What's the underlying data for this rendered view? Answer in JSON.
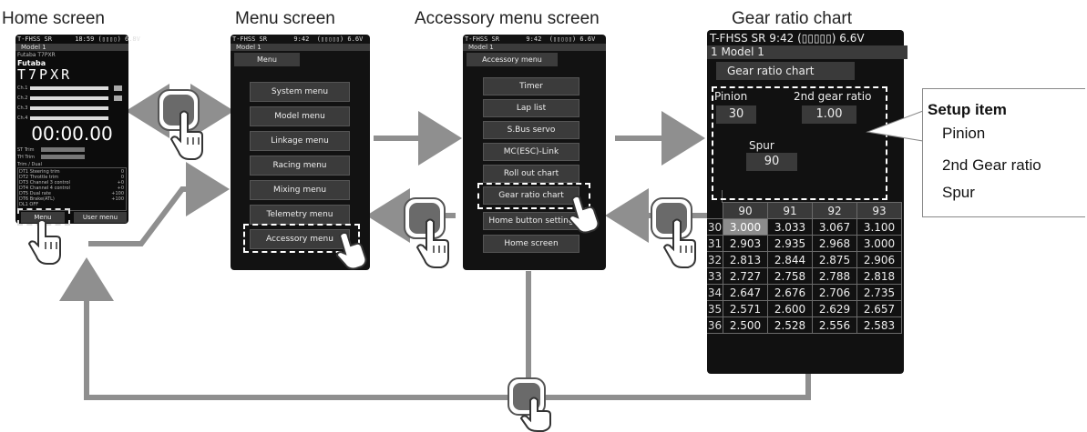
{
  "titles": {
    "home": "Home screen",
    "menu": "Menu screen",
    "accessory": "Accessory menu screen",
    "gear": "Gear ratio chart"
  },
  "home_screen": {
    "status": "T-FHSS SR      18:59 (▯▯▯▯) 6.8V",
    "model": "Model 1",
    "brand_line": "Futaba T7PXR",
    "logo": "Futaba",
    "product": "T7PXR",
    "timer": "00:00.00",
    "channels": [
      "Ch.1",
      "Ch.2",
      "Ch.3",
      "Ch.4"
    ],
    "trim_rows": [
      "ST Trim",
      "TH Trim"
    ],
    "info_header": "Trim / Dual",
    "info_rows": [
      {
        "k": "DT1",
        "label": "Steering trim",
        "v": "0"
      },
      {
        "k": "DT2",
        "label": "Throttle trim",
        "v": "0"
      },
      {
        "k": "DT3",
        "label": "Channel 3 control",
        "v": "+0"
      },
      {
        "k": "DT4",
        "label": "Channel 4 control",
        "v": "+0"
      },
      {
        "k": "DT5",
        "label": "Dual rate",
        "v": "+100"
      },
      {
        "k": "DT6",
        "label": "Brake(ATL)",
        "v": "+100"
      },
      {
        "k": "DL1",
        "label": "OFF",
        "v": ""
      }
    ],
    "menu_button": "Menu",
    "user_menu_button": "User menu"
  },
  "menu_screen": {
    "status": "T-FHSS SR       9:42  (▯▯▯▯▯) 6.6V",
    "model": "Model 1",
    "header": "Menu",
    "items": [
      "System menu",
      "Model menu",
      "Linkage menu",
      "Racing menu",
      "Mixing menu",
      "Telemetry menu",
      "Accessory menu"
    ]
  },
  "accessory_screen": {
    "status": "T-FHSS SR       9:42  (▯▯▯▯▯) 6.6V",
    "model": "Model 1",
    "header": "Accessory menu",
    "items": [
      "Timer",
      "Lap list",
      "S.Bus servo",
      "MC(ESC)-Link",
      "Roll out chart",
      "Gear ratio chart",
      "Home button setting",
      "Home screen"
    ]
  },
  "gear_screen": {
    "status": "T-FHSS SR       9:42  (▯▯▯▯▯) 6.6V",
    "model": "1  Model 1",
    "header": "Gear ratio chart",
    "pinion_label": "Pinion",
    "pinion_value": "30",
    "ratio_label": "2nd gear ratio",
    "ratio_value": "1.00",
    "spur_label": "Spur",
    "spur_value": "90",
    "columns": [
      "90",
      "91",
      "92",
      "93"
    ],
    "rows": [
      {
        "label": "30",
        "values": [
          "3.000",
          "3.033",
          "3.067",
          "3.100"
        ]
      },
      {
        "label": "31",
        "values": [
          "2.903",
          "2.935",
          "2.968",
          "3.000"
        ]
      },
      {
        "label": "32",
        "values": [
          "2.813",
          "2.844",
          "2.875",
          "2.906"
        ]
      },
      {
        "label": "33",
        "values": [
          "2.727",
          "2.758",
          "2.788",
          "2.818"
        ]
      },
      {
        "label": "34",
        "values": [
          "2.647",
          "2.676",
          "2.706",
          "2.735"
        ]
      },
      {
        "label": "35",
        "values": [
          "2.571",
          "2.600",
          "2.629",
          "2.657"
        ]
      },
      {
        "label": "36",
        "values": [
          "2.500",
          "2.528",
          "2.556",
          "2.583"
        ]
      }
    ]
  },
  "callout": {
    "title": "Setup item",
    "items": [
      "Pinion",
      "2nd Gear ratio",
      "Spur"
    ]
  },
  "colors": {
    "arrow": "#8f8f8f",
    "screen_bg": "#121212",
    "highlight_cell": "#8c8c8c"
  },
  "icon_names": [
    "press-button-icon",
    "pointing-hand-icon",
    "arrow"
  ]
}
